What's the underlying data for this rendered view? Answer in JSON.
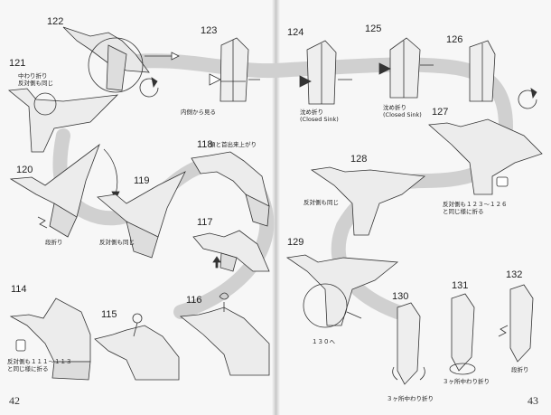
{
  "pages": {
    "left_number": "42",
    "right_number": "43"
  },
  "steps": [
    {
      "id": "122",
      "label": "122"
    },
    {
      "id": "123",
      "label": "123"
    },
    {
      "id": "121",
      "label": "121"
    },
    {
      "id": "120",
      "label": "120"
    },
    {
      "id": "119",
      "label": "119"
    },
    {
      "id": "118",
      "label": "118"
    },
    {
      "id": "117",
      "label": "117"
    },
    {
      "id": "114",
      "label": "114"
    },
    {
      "id": "115",
      "label": "115"
    },
    {
      "id": "116",
      "label": "116"
    },
    {
      "id": "124",
      "label": "124"
    },
    {
      "id": "125",
      "label": "125"
    },
    {
      "id": "126",
      "label": "126"
    },
    {
      "id": "127",
      "label": "127"
    },
    {
      "id": "128",
      "label": "128"
    },
    {
      "id": "129",
      "label": "129"
    },
    {
      "id": "130",
      "label": "130"
    },
    {
      "id": "131",
      "label": "131"
    },
    {
      "id": "132",
      "label": "132"
    }
  ],
  "captions": {
    "c121": [
      "中わり折り",
      "反対側も同じ"
    ],
    "c123": [
      "内側から見る"
    ],
    "c120": [
      "段折り"
    ],
    "c119": [
      "反対側も同じ"
    ],
    "c118": [
      "頭と首出来上がり"
    ],
    "c114": [
      "反対側も１１１～１１３",
      "と同じ様に折る"
    ],
    "c124": [
      "沈め折り",
      "(Closed Sink)"
    ],
    "c125": [
      "沈め折り",
      "(Closed Sink)"
    ],
    "c127": [
      "反対側も１２３～１２６",
      "と同じ様に折る"
    ],
    "c128": [
      "反対側も同じ"
    ],
    "c129": [
      "１３０へ"
    ],
    "c130": [
      "３ヶ所中わり折り"
    ],
    "c131": [
      "３ヶ所中わり折り"
    ],
    "c132": [
      "段折り"
    ]
  }
}
